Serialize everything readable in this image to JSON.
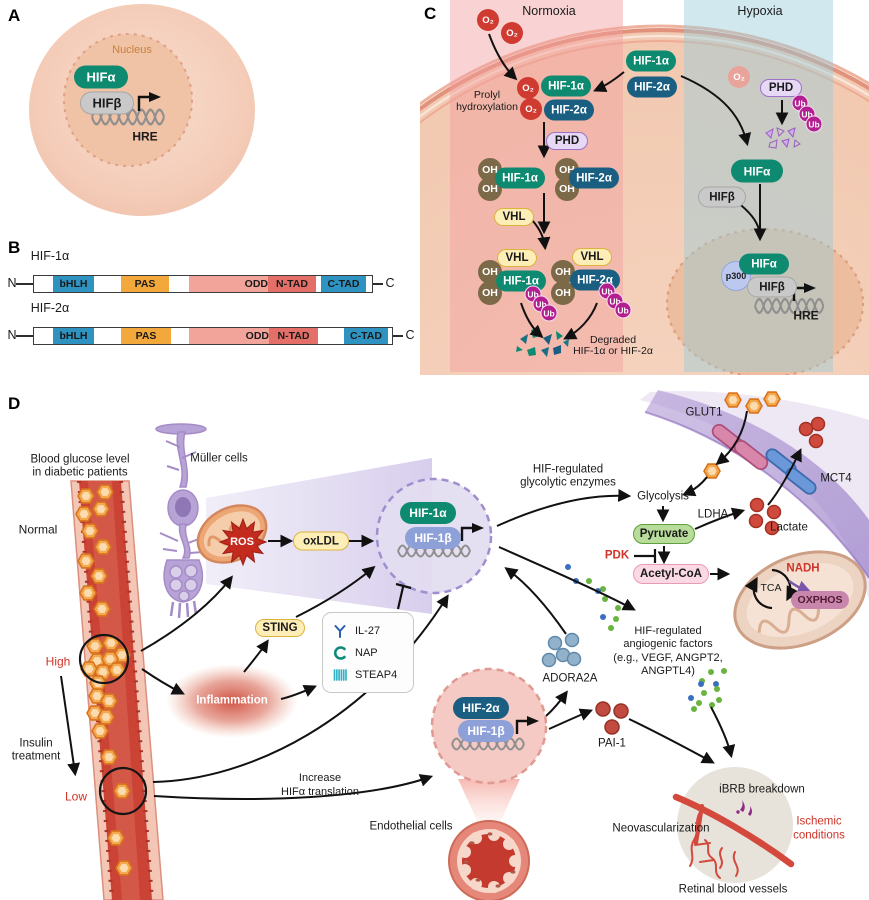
{
  "figure": {
    "panel_a_letter": "A",
    "panel_b_letter": "B",
    "panel_c_letter": "C",
    "panel_d_letter": "D"
  },
  "panel_a": {
    "nucleus": "Nucleus",
    "hifa": "HIFα",
    "hifb": "HIFβ",
    "hre": "HRE"
  },
  "panel_b": {
    "hif1a": "HIF-1α",
    "hif2a": "HIF-2α",
    "n": "N",
    "c": "C",
    "bhlh": "bHLH",
    "pas": "PAS",
    "odd": "ODD",
    "ntad": "N-TAD",
    "ctad": "C-TAD"
  },
  "panel_c": {
    "normoxia": "Normoxia",
    "hypoxia": "Hypoxia",
    "o2": "O₂",
    "prolyl_1": "Prolyl",
    "prolyl_2": "hydroxylation",
    "hif1a": "HIF-1α",
    "hif2a": "HIF-2α",
    "phd": "PHD",
    "oh": "OH",
    "vhl": "VHL",
    "ub": "Ub",
    "degraded_1": "Degraded",
    "degraded_2": "HIF-1α or HIF-2α",
    "hifa": "HIFα",
    "hifb": "HIFβ",
    "p300": "p300",
    "hre": "HRE"
  },
  "panel_d": {
    "blood_glucose_1": "Blood glucose level",
    "blood_glucose_2": "in diabetic patients",
    "normal": "Normal",
    "high": "High",
    "low": "Low",
    "insulin_1": "Insulin",
    "insulin_2": "treatment",
    "muller_cells": "Müller cells",
    "ros": "ROS",
    "oxldl": "oxLDL",
    "sting": "STING",
    "inflammation": "Inflammation",
    "il27": "IL-27",
    "nap": "NAP",
    "steap4": "STEAP4",
    "hif1a": "HIF-1α",
    "hif1b": "HIF-1β",
    "hif2a": "HIF-2α",
    "glyco_1": "HIF-regulated",
    "glyco_2": "glycolytic enzymes",
    "glut1": "GLUT1",
    "mct4": "MCT4",
    "glycolysis": "Glycolysis",
    "ldha": "LDHA",
    "lactate": "Lactate",
    "pyruvate": "Pyruvate",
    "pdk": "PDK",
    "acetyl_coa": "Acetyl-CoA",
    "tca": "TCA",
    "nadh": "NADH",
    "oxphos": "OXPHOS",
    "adora2a": "ADORA2A",
    "pai1": "PAI-1",
    "angio_1": "HIF-regulated",
    "angio_2": "angiogenic factors",
    "angio_3": "(e.g., VEGF, ANGPT2,",
    "angio_4": "ANGPTL4)",
    "increase_1": "Increase",
    "increase_2": "HIFα translation",
    "endothelial": "Endothelial cells",
    "ibrb": "iBRB breakdown",
    "neovascularization": "Neovascularization",
    "ischemic_1": "Ischemic",
    "ischemic_2": "conditions",
    "retinal": "Retinal blood vessels"
  },
  "colors": {
    "hif_alpha_teal": "#0e8a70",
    "hif2_blue": "#1a5f82",
    "hif1b_periwinkle": "#8ea0d8",
    "normoxia_pink": "#f6c6c6",
    "hypoxia_blue": "#c8e4ea",
    "ub_magenta": "#b31f90",
    "o2_red": "#cf3a31",
    "accent_red_text": "#cf3428"
  }
}
